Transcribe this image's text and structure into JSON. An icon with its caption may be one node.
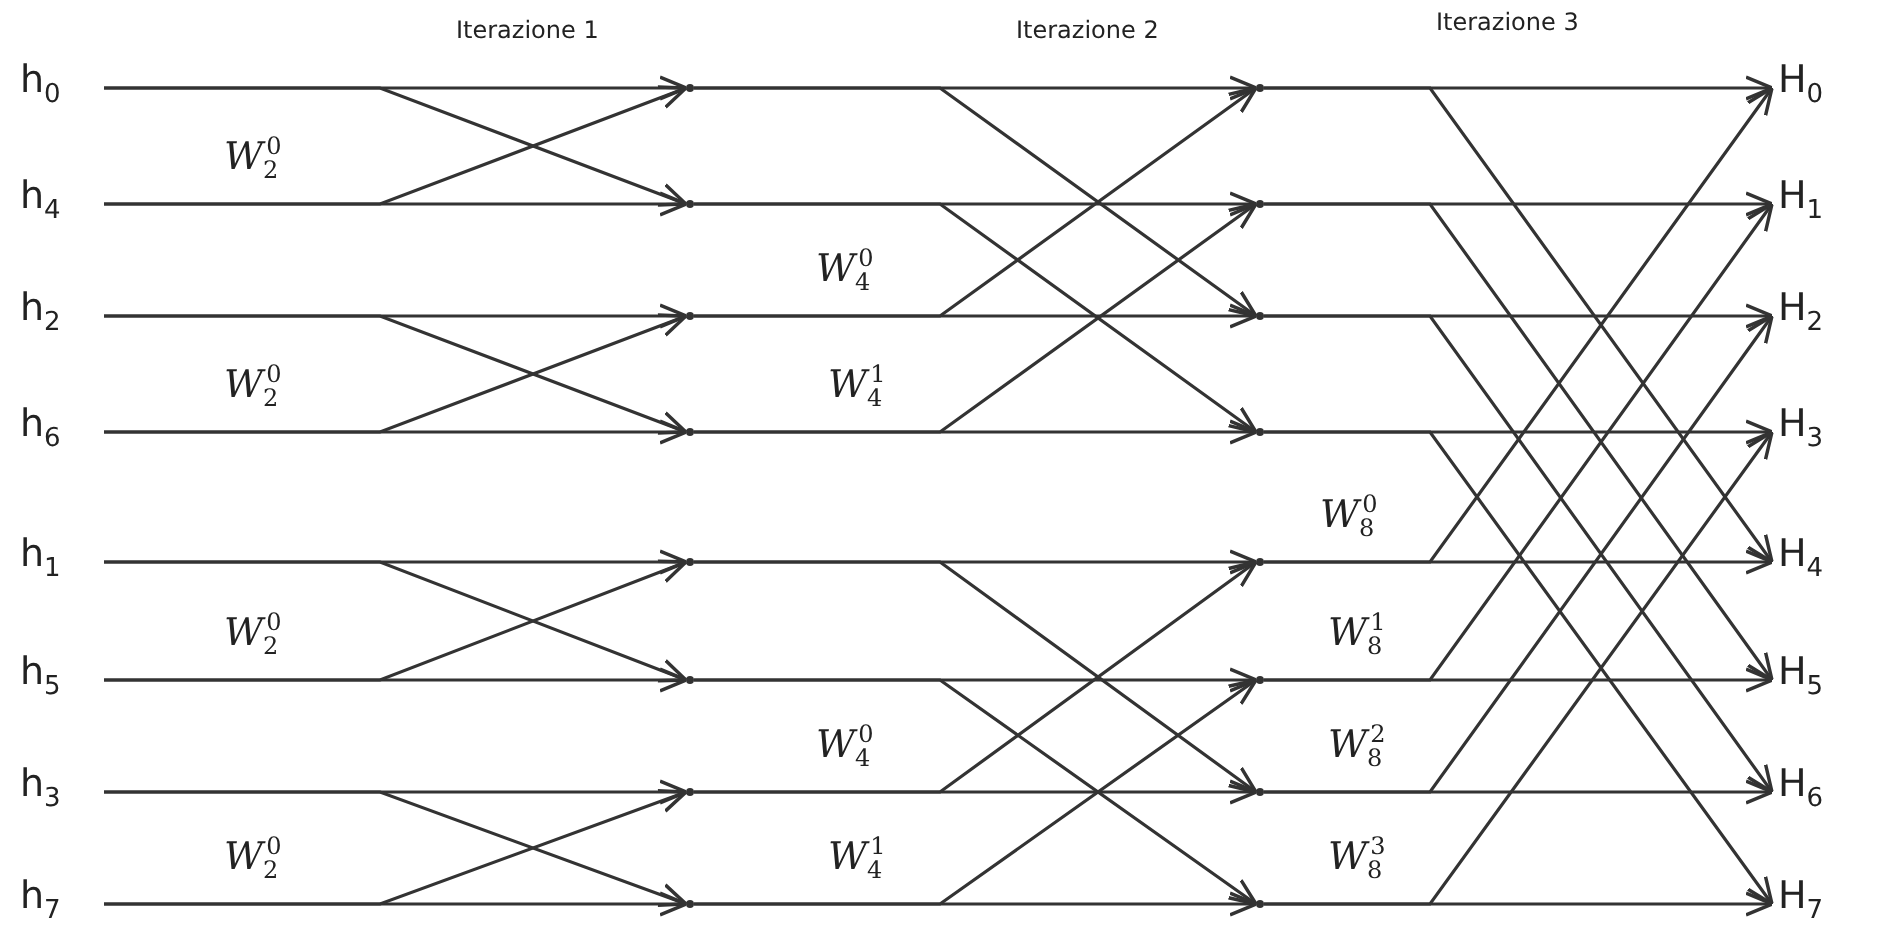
{
  "diagram": {
    "nodes": [
      {
        "text": [
          "h$_{0}$"
        ]
      },
      {
        "text": [
          "h$_{4}$"
        ]
      },
      {
        "text": [
          "h$_{2}$"
        ]
      },
      {
        "text": [
          "h$_{6}$"
        ]
      },
      {
        "text": [
          "h$_{1}$"
        ]
      },
      {
        "text": [
          "h$_{5}$"
        ]
      },
      {
        "text": [
          "h$_{3}$"
        ]
      },
      {
        "text": [
          "h$_{7}$"
        ]
      },
      {
        "text": [],
        "shape": "point"
      },
      {
        "text": [],
        "shape": "point"
      },
      {
        "text": [],
        "shape": "point"
      },
      {
        "text": [],
        "shape": "point"
      },
      {
        "text": [],
        "shape": "point"
      },
      {
        "text": [],
        "shape": "point"
      },
      {
        "text": [],
        "shape": "point"
      },
      {
        "text": [],
        "shape": "point"
      },
      {
        "text": [],
        "shape": "point"
      },
      {
        "text": [],
        "shape": "point"
      },
      {
        "text": [],
        "shape": "point"
      },
      {
        "text": [],
        "shape": "point"
      },
      {
        "text": [],
        "shape": "point"
      },
      {
        "text": [],
        "shape": "point"
      },
      {
        "text": [],
        "shape": "point"
      },
      {
        "text": [],
        "shape": "point"
      },
      {
        "text": [
          "H$_{0}$"
        ]
      },
      {
        "text": [
          "H$_{1}$"
        ]
      },
      {
        "text": [
          "H$_{2}$"
        ]
      },
      {
        "text": [
          "H$_{3}$"
        ]
      },
      {
        "text": [
          "H$_{4}$"
        ]
      },
      {
        "text": [
          "H$_{5}$"
        ]
      },
      {
        "text": [
          "H$_{6}$"
        ]
      },
      {
        "text": [
          "H$_{7}$"
        ]
      }
    ],
    "edges": [
      {
        "from": 0,
        "to": 8,
        "arrow": "to"
      },
      {
        "from": 0,
        "to": 9,
        "arrow": "to"
      },
      {
        "from": 1,
        "to": 9,
        "arrow": "to"
      },
      {
        "from": 1,
        "to": 8,
        "arrow": "to"
      },
      {
        "from": 2,
        "to": 10,
        "arrow": "to"
      },
      {
        "from": 2,
        "to": 11,
        "arrow": "to"
      },
      {
        "from": 3,
        "to": 11,
        "arrow": "to"
      },
      {
        "from": 3,
        "to": 10,
        "arrow": "to"
      },
      {
        "from": 4,
        "to": 12,
        "arrow": "to"
      },
      {
        "from": 4,
        "to": 13,
        "arrow": "to"
      },
      {
        "from": 5,
        "to": 13,
        "arrow": "to"
      },
      {
        "from": 5,
        "to": 12,
        "arrow": "to"
      },
      {
        "from": 6,
        "to": 14,
        "arrow": "to"
      },
      {
        "from": 6,
        "to": 15,
        "arrow": "to"
      },
      {
        "from": 7,
        "to": 15,
        "arrow": "to"
      },
      {
        "from": 7,
        "to": 14,
        "arrow": "to"
      },
      {
        "from": 8,
        "to": 16,
        "arrow": "to"
      },
      {
        "from": 8,
        "to": 18,
        "arrow": "to"
      },
      {
        "from": 9,
        "to": 17,
        "arrow": "to"
      },
      {
        "from": 9,
        "to": 19,
        "arrow": "to"
      },
      {
        "from": 10,
        "to": 18,
        "arrow": "to"
      },
      {
        "from": 10,
        "to": 16,
        "arrow": "to"
      },
      {
        "from": 11,
        "to": 19,
        "arrow": "to"
      },
      {
        "from": 11,
        "to": 17,
        "arrow": "to"
      },
      {
        "from": 12,
        "to": 20,
        "arrow": "to"
      },
      {
        "from": 12,
        "to": 22,
        "arrow": "to"
      },
      {
        "from": 13,
        "to": 21,
        "arrow": "to"
      },
      {
        "from": 13,
        "to": 23,
        "arrow": "to"
      },
      {
        "from": 14,
        "to": 22,
        "arrow": "to"
      },
      {
        "from": 14,
        "to": 20,
        "arrow": "to"
      },
      {
        "from": 15,
        "to": 23,
        "arrow": "to"
      },
      {
        "from": 15,
        "to": 21,
        "arrow": "to"
      },
      {
        "from": 16,
        "to": 24,
        "arrow": "to"
      },
      {
        "from": 16,
        "to": 28,
        "arrow": "to"
      },
      {
        "from": 17,
        "to": 25,
        "arrow": "to"
      },
      {
        "from": 17,
        "to": 29,
        "arrow": "to"
      },
      {
        "from": 18,
        "to": 26,
        "arrow": "to"
      },
      {
        "from": 18,
        "to": 30,
        "arrow": "to"
      },
      {
        "from": 19,
        "to": 27,
        "arrow": "to"
      },
      {
        "from": 19,
        "to": 31,
        "arrow": "to"
      },
      {
        "from": 20,
        "to": 28,
        "arrow": "to"
      },
      {
        "from": 20,
        "to": 24,
        "arrow": "to"
      },
      {
        "from": 21,
        "to": 29,
        "arrow": "to"
      },
      {
        "from": 21,
        "to": 25,
        "arrow": "to"
      },
      {
        "from": 22,
        "to": 30,
        "arrow": "to"
      },
      {
        "from": 22,
        "to": 26,
        "arrow": "to"
      },
      {
        "from": 23,
        "to": 31,
        "arrow": "to"
      },
      {
        "from": 23,
        "to": 27,
        "arrow": "to"
      }
    ],
    "labels": [
      "Iterazione 1",
      "Iterazione 2",
      "Iterazione 3",
      "W$_{2}$$^{0}$",
      "W$_{4}$$^{0}$",
      "W$_{2}$$^{0}$",
      "W$_{4}$$^{1}$",
      "W$_{8}$$^{0}$",
      "W$_{2}$$^{0}$",
      "W$_{8}$$^{1}$",
      "W$_{4}$$^{0}$",
      "W$_{8}$$^{2}$",
      "W$_{2}$$^{0}$",
      "W$_{4}$$^{1}$",
      "W$_{8}$$^{3}$"
    ]
  }
}
